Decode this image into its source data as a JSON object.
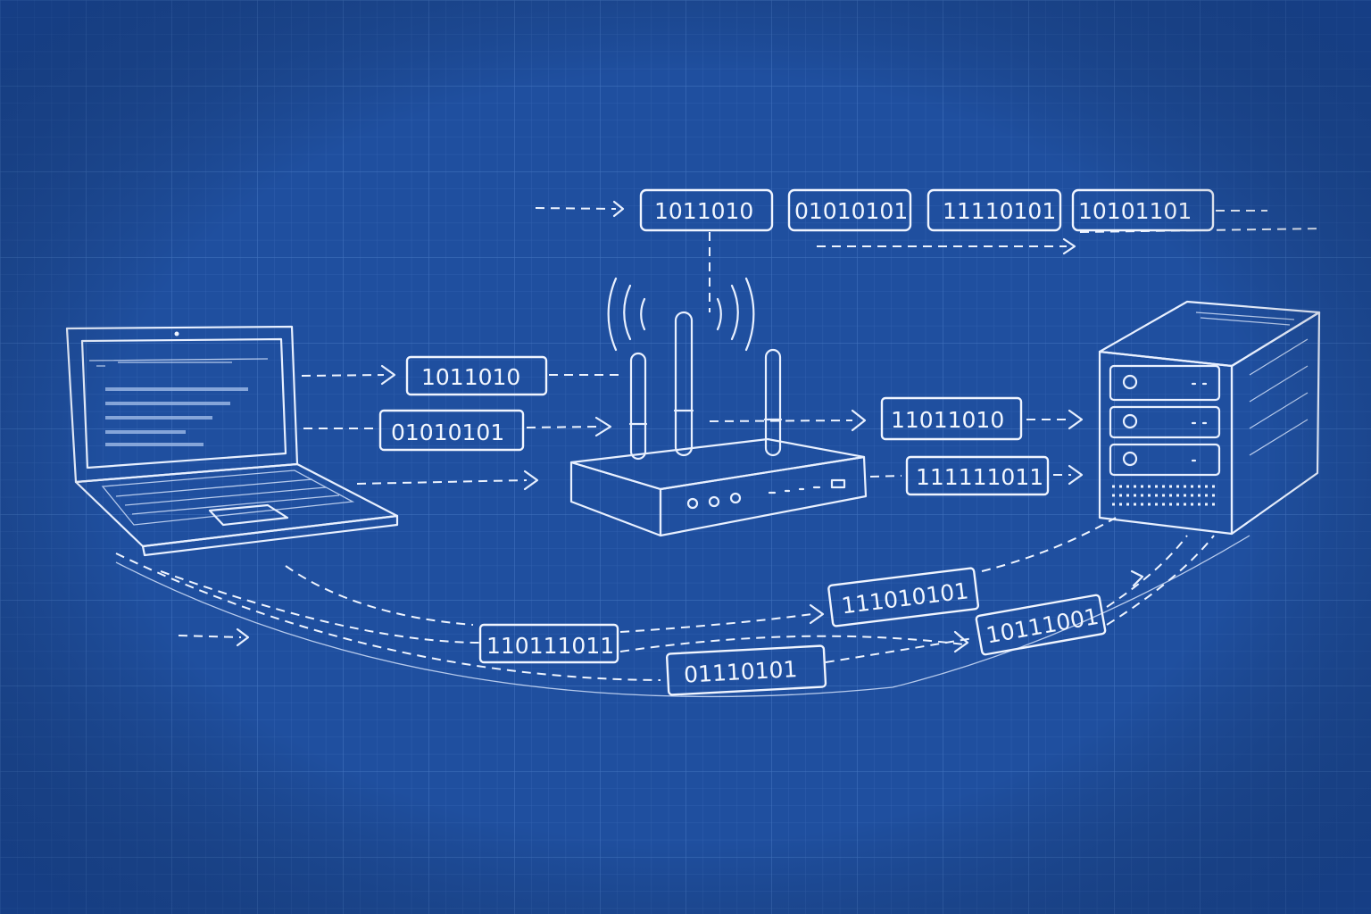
{
  "colors": {
    "background": "#1f4f9f",
    "line": "#eef4ff",
    "grid": "#3a6bb8"
  },
  "nodes": {
    "laptop": "laptop-icon",
    "router": "wifi-router-icon",
    "server": "server-icon"
  },
  "packets": {
    "top": [
      "1011010",
      "01010101",
      "11110101",
      "10101101"
    ],
    "laptop_to_router": [
      "1011010",
      "01010101"
    ],
    "router_to_server": [
      "11011010",
      "111111011"
    ],
    "lower_arc": [
      "110111011",
      "01110101",
      "111010101",
      "10111001"
    ]
  }
}
